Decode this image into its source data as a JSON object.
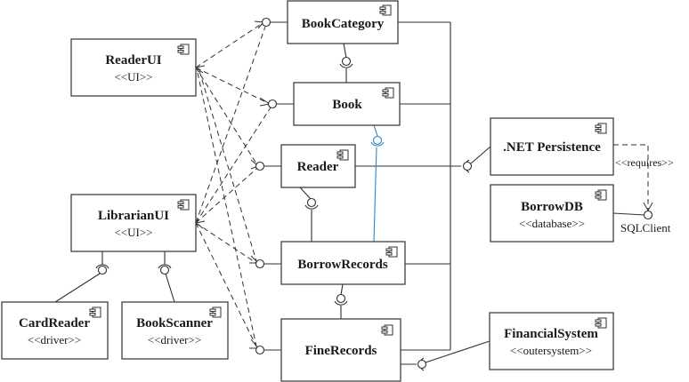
{
  "diagram": {
    "type": "UML component diagram",
    "components": {
      "reader_ui": {
        "name": "ReaderUI",
        "stereotype": "<<UI>>"
      },
      "librarian_ui": {
        "name": "LibrarianUI",
        "stereotype": "<<UI>>"
      },
      "card_reader": {
        "name": "CardReader",
        "stereotype": "<<driver>>"
      },
      "book_scanner": {
        "name": "BookScanner",
        "stereotype": "<<driver>>"
      },
      "book_category": {
        "name": "BookCategory"
      },
      "book": {
        "name": "Book"
      },
      "reader": {
        "name": "Reader"
      },
      "borrow_records": {
        "name": "BorrowRecords"
      },
      "fine_records": {
        "name": "FineRecords"
      },
      "net_persistence": {
        "name": ".NET Persistence"
      },
      "borrow_db": {
        "name": "BorrowDB",
        "stereotype": "<<database>>"
      },
      "financial_system": {
        "name": "FinancialSystem",
        "stereotype": "<<outersystem>>"
      }
    },
    "labels": {
      "requires": "<<requires>>",
      "sql_client": "SQLClient"
    },
    "dependencies": [
      {
        "from": "ReaderUI",
        "to": "BookCategory"
      },
      {
        "from": "ReaderUI",
        "to": "Book"
      },
      {
        "from": "ReaderUI",
        "to": "Reader"
      },
      {
        "from": "ReaderUI",
        "to": "BorrowRecords"
      },
      {
        "from": "ReaderUI",
        "to": "FineRecords"
      },
      {
        "from": "LibrarianUI",
        "to": "BookCategory"
      },
      {
        "from": "LibrarianUI",
        "to": "Book"
      },
      {
        "from": "LibrarianUI",
        "to": "Reader"
      },
      {
        "from": "LibrarianUI",
        "to": "BorrowRecords"
      },
      {
        "from": "LibrarianUI",
        "to": "FineRecords"
      },
      {
        "from": ".NET Persistence",
        "to": "SQLClient",
        "label": "<<requires>>"
      }
    ],
    "assembly_connectors": [
      {
        "provider": "CardReader",
        "consumer": "LibrarianUI"
      },
      {
        "provider": "BookScanner",
        "consumer": "LibrarianUI"
      },
      {
        "provider": "BookCategory",
        "consumer": "Book"
      },
      {
        "provider": "Book",
        "consumer": "BorrowRecords",
        "color": "#2e86c8"
      },
      {
        "provider": "Reader",
        "consumer": "BorrowRecords"
      },
      {
        "provider": "BorrowRecords",
        "consumer": "FineRecords"
      },
      {
        "provider": ".NET Persistence",
        "consumer": "BookCategory, Book, Reader, BorrowRecords, FineRecords"
      },
      {
        "provider": "FinancialSystem",
        "consumer": "FineRecords"
      },
      {
        "provider": "BorrowDB",
        "interface": "SQLClient"
      }
    ],
    "colors": {
      "line": "#303030",
      "highlight": "#2e86c8"
    }
  }
}
